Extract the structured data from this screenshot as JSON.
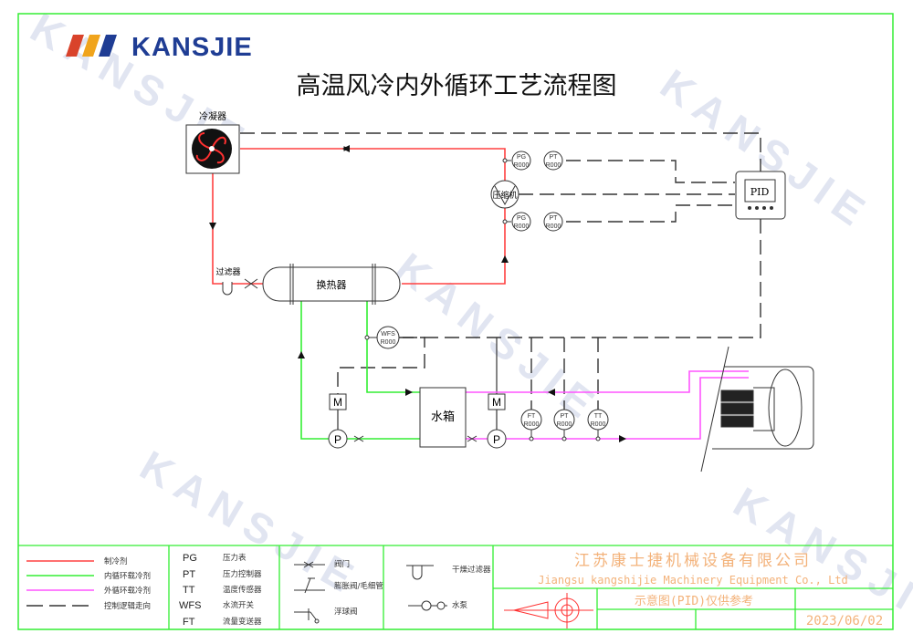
{
  "logo": {
    "text": "KANSJIE",
    "colors": [
      "#d9432b",
      "#f0a41c",
      "#1f3d94"
    ]
  },
  "watermark": "KANSJIE",
  "title": "高温风冷内外循环工艺流程图",
  "components": {
    "condenser": "冷凝器",
    "compressor": "压缩机",
    "filter": "过滤器",
    "heat_exchanger": "换热器",
    "tank": "水箱",
    "controller": "PID",
    "motor": "M",
    "pump": "P"
  },
  "instruments": [
    {
      "tag": "PG",
      "code": "R000"
    },
    {
      "tag": "PT",
      "code": "R000"
    },
    {
      "tag": "PG",
      "code": "R000"
    },
    {
      "tag": "PT",
      "code": "R000"
    },
    {
      "tag": "WFS",
      "code": "R000"
    },
    {
      "tag": "FT",
      "code": "R000"
    },
    {
      "tag": "PT",
      "code": "R000"
    },
    {
      "tag": "TT",
      "code": "R000"
    }
  ],
  "legend": {
    "lines": [
      {
        "label": "制冷剂",
        "color": "#ff4040"
      },
      {
        "label": "内循环载冷剂",
        "color": "#33ee33"
      },
      {
        "label": "外循环载冷剂",
        "color": "#ff55ff"
      },
      {
        "label": "控制逻辑走向",
        "color": "#333333"
      }
    ],
    "abbreviations": [
      {
        "abbr": "PG",
        "meaning": "压力表"
      },
      {
        "abbr": "PT",
        "meaning": "压力控制器"
      },
      {
        "abbr": "TT",
        "meaning": "温度传感器"
      },
      {
        "abbr": "WFS",
        "meaning": "水流开关"
      },
      {
        "abbr": "FT",
        "meaning": "流量变送器"
      }
    ],
    "symbols": [
      "阀门",
      "膨胀阀/毛细管",
      "浮球阀"
    ],
    "symbols2": [
      "干燥过滤器",
      "水泵"
    ]
  },
  "title_block": {
    "company_cn": "江苏康士捷机械设备有限公司",
    "company_en": "Jiangsu kangshijie Machinery Equipment Co., Ltd",
    "note": "示意图(PID)仅供参考",
    "date": "2023/06/02"
  }
}
